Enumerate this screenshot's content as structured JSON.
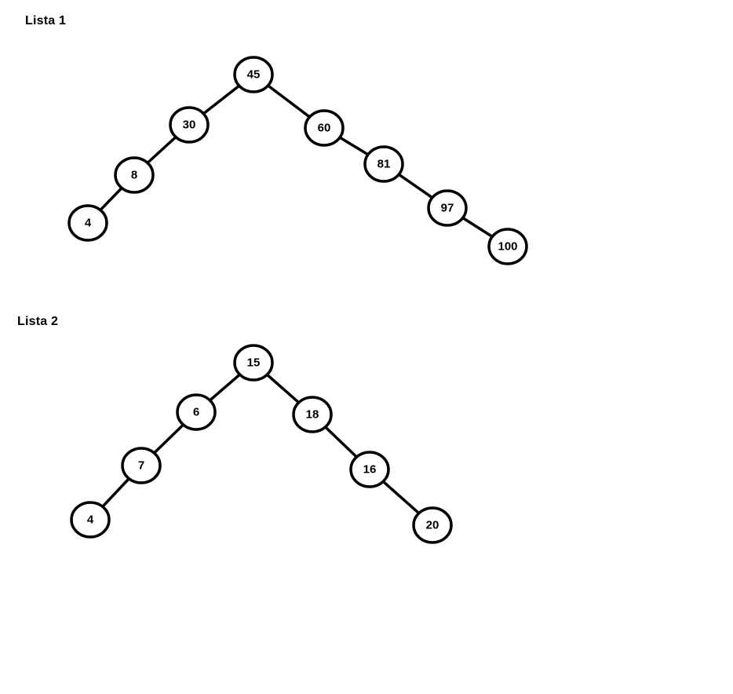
{
  "lists": [
    {
      "title": "Lista 1",
      "nodes": [
        {
          "id": "n45",
          "label": "45"
        },
        {
          "id": "n30",
          "label": "30"
        },
        {
          "id": "n8",
          "label": "8"
        },
        {
          "id": "n4",
          "label": "4"
        },
        {
          "id": "n60",
          "label": "60"
        },
        {
          "id": "n81",
          "label": "81"
        },
        {
          "id": "n97",
          "label": "97"
        },
        {
          "id": "n100",
          "label": "100"
        }
      ],
      "edges": [
        [
          "n45",
          "n30"
        ],
        [
          "n30",
          "n8"
        ],
        [
          "n8",
          "n4"
        ],
        [
          "n45",
          "n60"
        ],
        [
          "n60",
          "n81"
        ],
        [
          "n81",
          "n97"
        ],
        [
          "n97",
          "n100"
        ]
      ]
    },
    {
      "title": "Lista 2",
      "nodes": [
        {
          "id": "m15",
          "label": "15"
        },
        {
          "id": "m6",
          "label": "6"
        },
        {
          "id": "m7",
          "label": "7"
        },
        {
          "id": "m4",
          "label": "4"
        },
        {
          "id": "m18",
          "label": "18"
        },
        {
          "id": "m16",
          "label": "16"
        },
        {
          "id": "m20",
          "label": "20"
        }
      ],
      "edges": [
        [
          "m15",
          "m6"
        ],
        [
          "m6",
          "m7"
        ],
        [
          "m7",
          "m4"
        ],
        [
          "m15",
          "m18"
        ],
        [
          "m18",
          "m16"
        ],
        [
          "m16",
          "m20"
        ]
      ]
    }
  ]
}
